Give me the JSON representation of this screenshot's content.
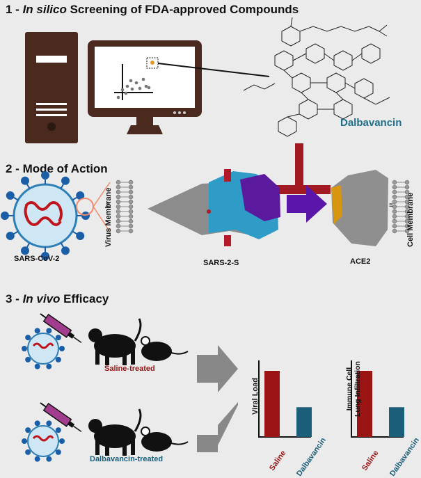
{
  "sections": [
    {
      "number": "1 - ",
      "italic": "In silico",
      "rest": " Screening of FDA-approved Compounds"
    },
    {
      "number": "2 - ",
      "italic": "",
      "rest": "Mode of Action"
    },
    {
      "number": "3 - ",
      "italic": "In vivo",
      "rest": " Efficacy"
    }
  ],
  "compound": {
    "name": "Dalbavancin",
    "color": "#1f6f8b"
  },
  "mode": {
    "virus_label": "SARS-CoV-2",
    "spike_label": "SARS-2-S",
    "receptor_label": "ACE2",
    "virus_membrane": "Virus Membrane",
    "cell_membrane": "Cell Membrane"
  },
  "efficacy": {
    "saline_group": "Saline-treated",
    "dalba_group": "Dalbavancin-treated"
  },
  "chart_data": [
    {
      "type": "bar",
      "ylabel": "Viral Load",
      "categories": [
        "Saline",
        "Dalbavancin"
      ],
      "values": [
        1.0,
        0.45
      ],
      "colors": [
        "#9b1414",
        "#1b5e7a"
      ]
    },
    {
      "type": "bar",
      "ylabel": "Immune Cell Lung Infiltration",
      "categories": [
        "Saline",
        "Dalbavancin"
      ],
      "values": [
        1.0,
        0.45
      ],
      "colors": [
        "#9b1414",
        "#1b5e7a"
      ]
    }
  ],
  "colors": {
    "saline": "#9b1414",
    "dalbavancin": "#1b5e7a",
    "inhibit": "#a11a22",
    "arrow": "#5a16a8",
    "monitor": "#4a2a1e"
  }
}
